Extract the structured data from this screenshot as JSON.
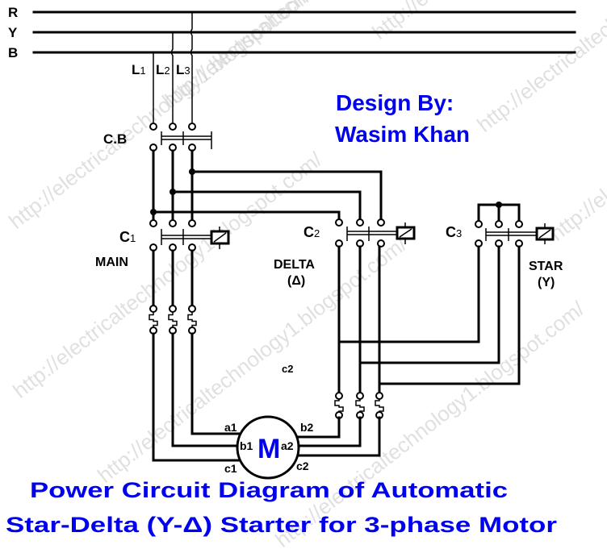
{
  "supply": {
    "phases": [
      "R",
      "Y",
      "B"
    ],
    "lines": [
      {
        "label": "L",
        "sub": "1"
      },
      {
        "label": "L",
        "sub": "2"
      },
      {
        "label": "L",
        "sub": "3"
      }
    ]
  },
  "breaker": {
    "label": "C.B"
  },
  "contactors": {
    "main": {
      "label": "C",
      "sub": "1",
      "name": "MAIN"
    },
    "delta": {
      "label": "C",
      "sub": "2",
      "name": "DELTA",
      "symbol": "(Δ)"
    },
    "star": {
      "label": "C",
      "sub": "3",
      "name": "STAR",
      "symbol": "(Y)"
    }
  },
  "motor": {
    "symbol": "M",
    "terminals": {
      "a1": "a1",
      "b1": "b1",
      "c1": "c1",
      "a2": "a2",
      "b2": "b2",
      "c2": "c2"
    },
    "stray_label": "c2"
  },
  "credit": {
    "line1": "Design By:",
    "line2": "Wasim Khan"
  },
  "title": {
    "line1": "Power Circuit Diagram of Automatic",
    "line2": "Star-Delta (Y-Δ) Starter for 3-phase Motor"
  },
  "watermark": "http://electricaltechnology1.blogspot.com/",
  "colors": {
    "title": "#0000ee",
    "wire": "#000000",
    "watermark": "#c8c8c8"
  }
}
